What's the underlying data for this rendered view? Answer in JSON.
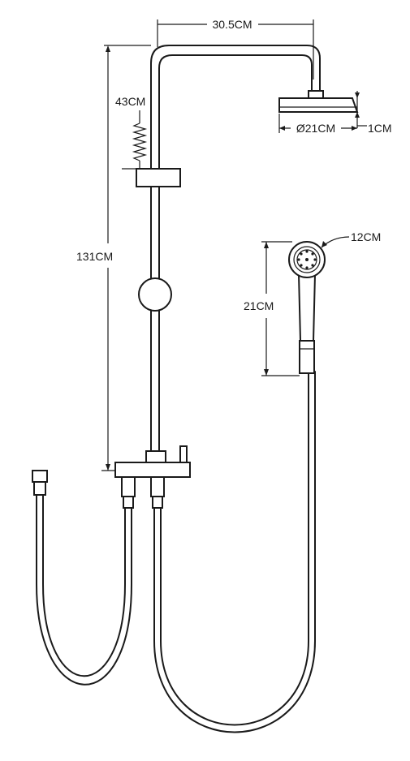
{
  "labels": {
    "arm_width": "30.5CM",
    "spring_length": "43CM",
    "head_diameter": "Ø21CM",
    "head_thickness": "1CM",
    "riser_height": "131CM",
    "hand_head_diameter": "12CM",
    "hand_shower_length": "21CM"
  }
}
